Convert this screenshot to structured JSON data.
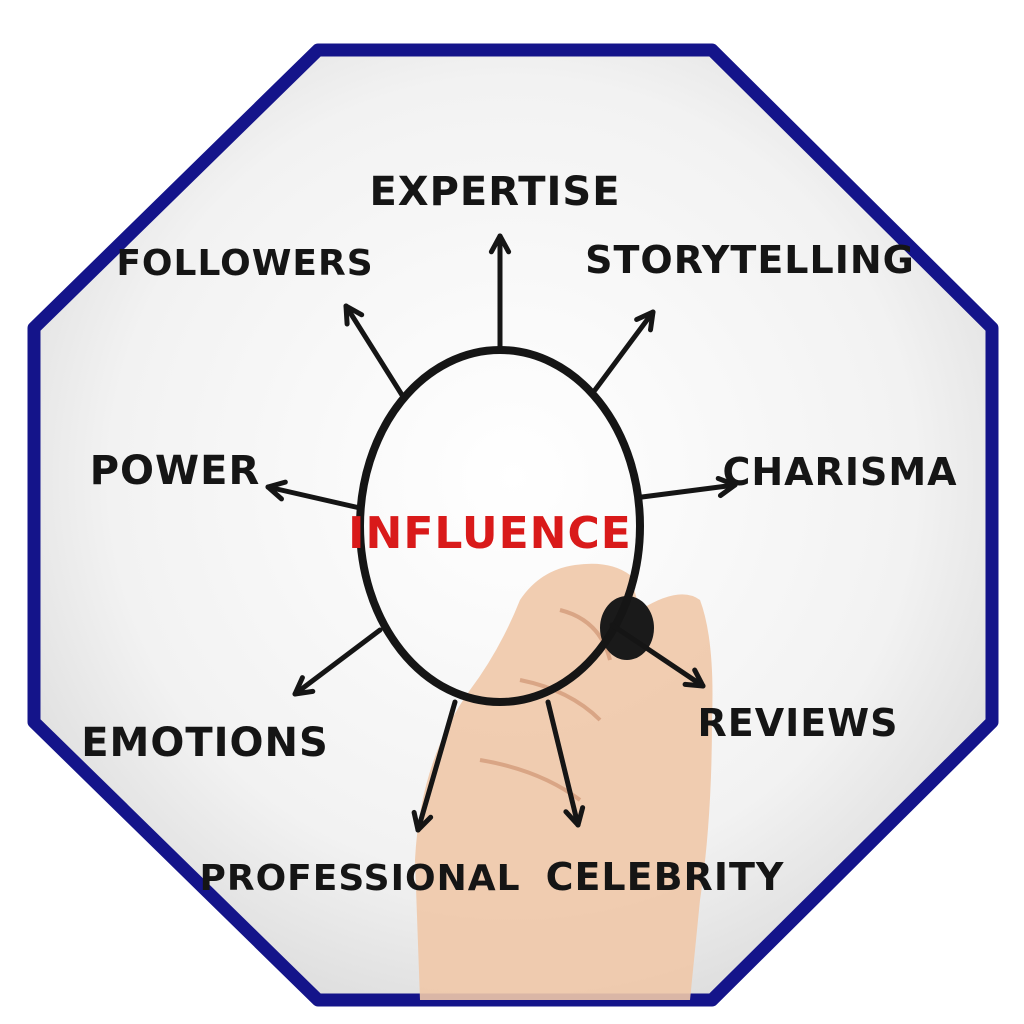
{
  "diagram": {
    "center": {
      "label": "INFLUENCE",
      "color": "#d91a1a"
    },
    "frame_color": "#14148a",
    "ink_color": "#151515",
    "branches": [
      {
        "id": "expertise",
        "label": "EXPERTISE"
      },
      {
        "id": "storytelling",
        "label": "STORYTELLING"
      },
      {
        "id": "charisma",
        "label": "CHARISMA"
      },
      {
        "id": "reviews",
        "label": "REVIEWS"
      },
      {
        "id": "celebrity",
        "label": "CELEBRITY"
      },
      {
        "id": "professional",
        "label": "PROFESSIONAL"
      },
      {
        "id": "emotions",
        "label": "EMOTIONS"
      },
      {
        "id": "power",
        "label": "POWER"
      },
      {
        "id": "followers",
        "label": "FOLLOWERS"
      }
    ]
  }
}
